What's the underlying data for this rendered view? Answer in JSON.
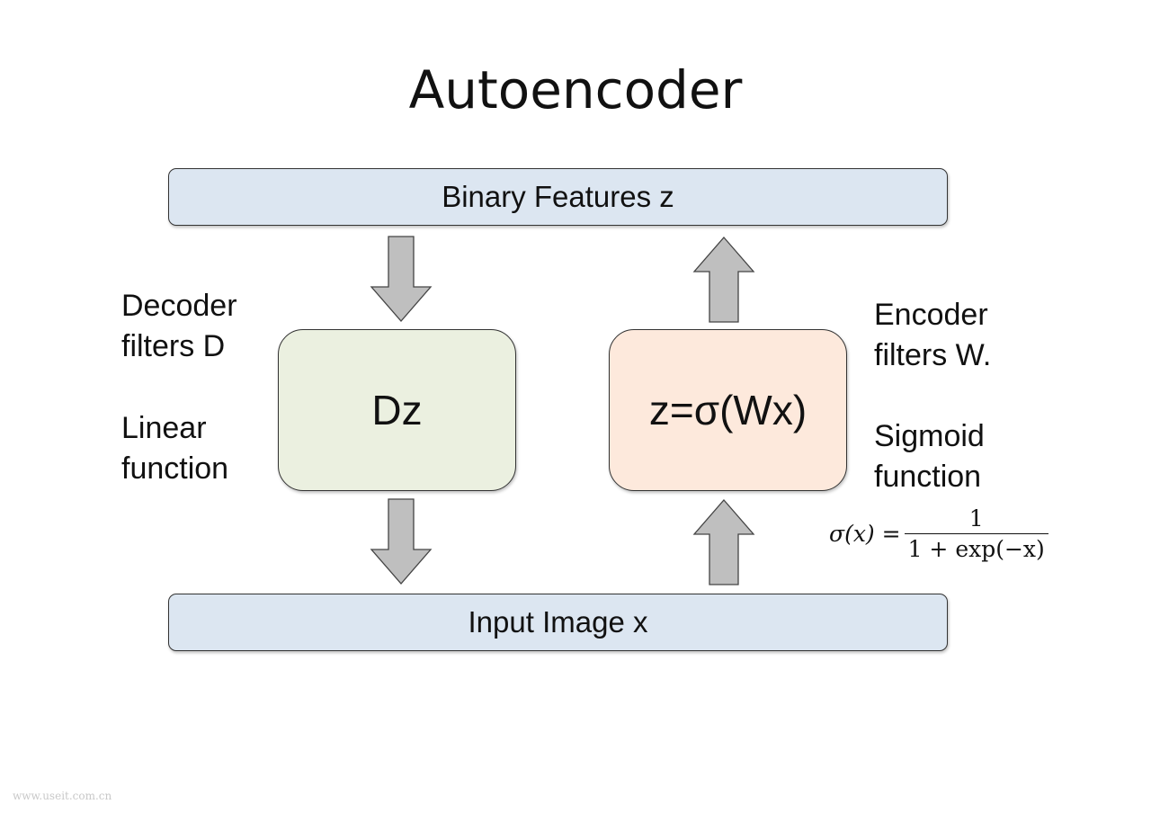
{
  "title": "Autoencoder",
  "top_bar": {
    "label": "Binary Features z",
    "fill": "#dce6f1"
  },
  "bottom_bar": {
    "label": "Input Image x",
    "fill": "#dce6f1"
  },
  "decoder_box": {
    "label": "Dz",
    "fill": "#ebf0e0"
  },
  "encoder_box": {
    "label": "z=σ(Wx)",
    "fill": "#fde9dc"
  },
  "left_labels": {
    "decoder_line1": "Decoder",
    "decoder_line2": "filters D",
    "type_line1": "Linear",
    "type_line2": "function"
  },
  "right_labels": {
    "encoder_line1": "Encoder",
    "encoder_line2": "filters W.",
    "type_line1": "Sigmoid",
    "type_line2": "function"
  },
  "formula": {
    "lhs": "σ(x) =",
    "numerator": "1",
    "denominator": "1 + exp(−x)"
  },
  "arrows": [
    {
      "name": "decoder-input-arrow",
      "direction": "down",
      "from": "Binary Features z",
      "to": "Dz"
    },
    {
      "name": "decoder-output-arrow",
      "direction": "down",
      "from": "Dz",
      "to": "Input Image x"
    },
    {
      "name": "encoder-input-arrow",
      "direction": "up",
      "from": "Input Image x",
      "to": "z=σ(Wx)"
    },
    {
      "name": "encoder-output-arrow",
      "direction": "up",
      "from": "z=σ(Wx)",
      "to": "Binary Features z"
    }
  ],
  "arrow_color": "#bfbfbf",
  "watermark": "www.useit.com.cn"
}
